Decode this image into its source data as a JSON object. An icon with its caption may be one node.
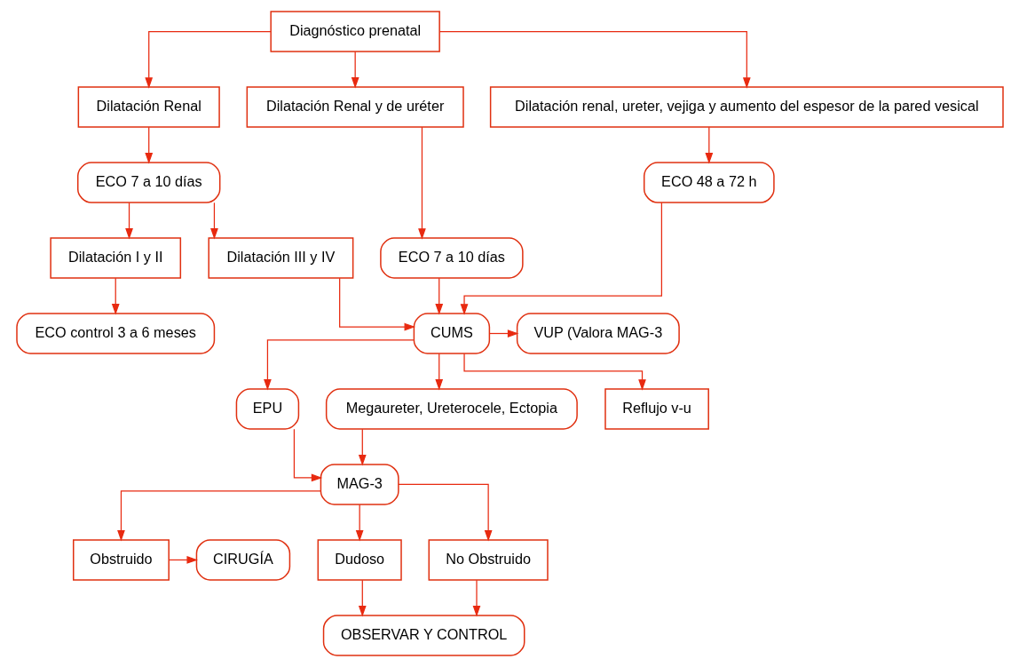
{
  "diagram": {
    "nodes": [
      {
        "text": [
          "Diagnóstico prenatal"
        ]
      },
      {
        "text": [
          "Dilatación Renal"
        ]
      },
      {
        "text": [
          "Dilatación Renal y de uréter"
        ]
      },
      {
        "text": [
          "Dilatación renal, ureter, vejiga y aumento del espesor de la pared vesical"
        ]
      },
      {
        "text": [
          "ECO 7 a 10 días"
        ]
      },
      {
        "text": [
          "ECO 7 a 10 días"
        ]
      },
      {
        "text": [
          "ECO 48 a 72 h"
        ]
      },
      {
        "text": [
          "Dilatación I y II"
        ]
      },
      {
        "text": [
          "Dilatación III y IV"
        ]
      },
      {
        "text": [
          "ECO control 3 a 6 meses"
        ]
      },
      {
        "text": [
          "CUMS"
        ]
      },
      {
        "text": [
          "VUP (Valora MAG-3"
        ]
      },
      {
        "text": [
          "EPU"
        ]
      },
      {
        "text": [
          "Megaureter, Ureterocele, Ectopia"
        ]
      },
      {
        "text": [
          "Reflujo v-u"
        ]
      },
      {
        "text": [
          "MAG-3"
        ]
      },
      {
        "text": [
          "CIRUGÍA"
        ]
      },
      {
        "text": [
          "Obstruido"
        ]
      },
      {
        "text": [
          "Dudoso"
        ]
      },
      {
        "text": [
          "No Obstruido"
        ]
      },
      {
        "text": [
          "OBSERVAR Y CONTROL"
        ]
      }
    ],
    "edges": [
      {
        "from": 0,
        "to": 1,
        "arrow": "to"
      },
      {
        "from": 0,
        "to": 2,
        "arrow": "to"
      },
      {
        "from": 0,
        "to": 3,
        "arrow": "to"
      },
      {
        "from": 1,
        "to": 4,
        "arrow": "to"
      },
      {
        "from": 2,
        "to": 5,
        "arrow": "to"
      },
      {
        "from": 3,
        "to": 6,
        "arrow": "to"
      },
      {
        "from": 4,
        "to": 7,
        "arrow": "to"
      },
      {
        "from": 4,
        "to": 8,
        "arrow": "to"
      },
      {
        "from": 7,
        "to": 9,
        "arrow": "to"
      },
      {
        "from": 5,
        "to": 10,
        "arrow": "to"
      },
      {
        "from": 6,
        "to": 10,
        "arrow": "to"
      },
      {
        "from": 8,
        "to": 10,
        "arrow": "to"
      },
      {
        "from": 10,
        "to": 11,
        "arrow": "to"
      },
      {
        "from": 10,
        "to": 12,
        "arrow": "to"
      },
      {
        "from": 10,
        "to": 13,
        "arrow": "to"
      },
      {
        "from": 10,
        "to": 14,
        "arrow": "to"
      },
      {
        "from": 12,
        "to": 15,
        "arrow": "to"
      },
      {
        "from": 13,
        "to": 15,
        "arrow": "to"
      },
      {
        "from": 15,
        "to": 17,
        "arrow": "to"
      },
      {
        "from": 15,
        "to": 18,
        "arrow": "to"
      },
      {
        "from": 15,
        "to": 19,
        "arrow": "to"
      },
      {
        "from": 17,
        "to": 16,
        "arrow": "to"
      },
      {
        "from": 18,
        "to": 20,
        "arrow": "to"
      },
      {
        "from": 19,
        "to": 20,
        "arrow": "to"
      }
    ]
  }
}
